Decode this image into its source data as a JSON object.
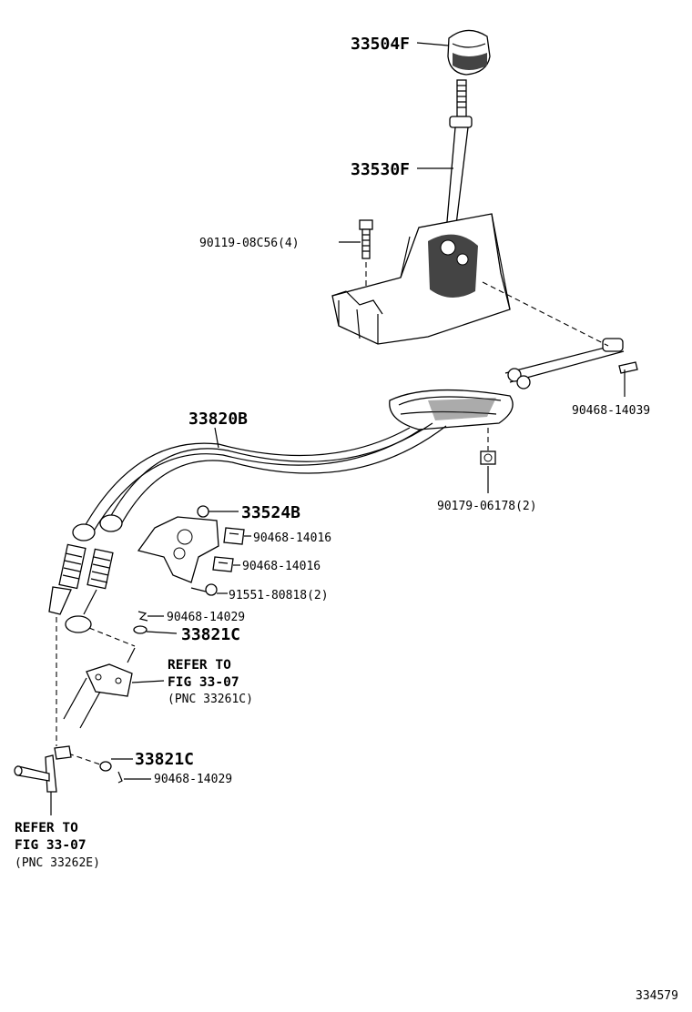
{
  "labels": {
    "shift_knob": "33504F",
    "shift_lever": "33530F",
    "bolt_lever": "90119-08C56(4)",
    "clip_top": "90468-14039",
    "cable": "33820B",
    "nut": "90179-06178(2)",
    "bracket": "33524B",
    "clip_a": "90468-14016",
    "clip_b": "90468-14016",
    "bolt_bracket": "91551-80818(2)",
    "clip_c": "90468-14029",
    "washer_a": "33821C",
    "washer_b": "33821C",
    "clip_d": "90468-14029"
  },
  "references": {
    "upper": {
      "line1": "REFER TO",
      "line2": "FIG 33-07",
      "line3": "(PNC 33261C)"
    },
    "lower": {
      "line1": "REFER TO",
      "line2": "FIG 33-07",
      "line3": "(PNC 33262E)"
    }
  },
  "figure_id": "334579"
}
